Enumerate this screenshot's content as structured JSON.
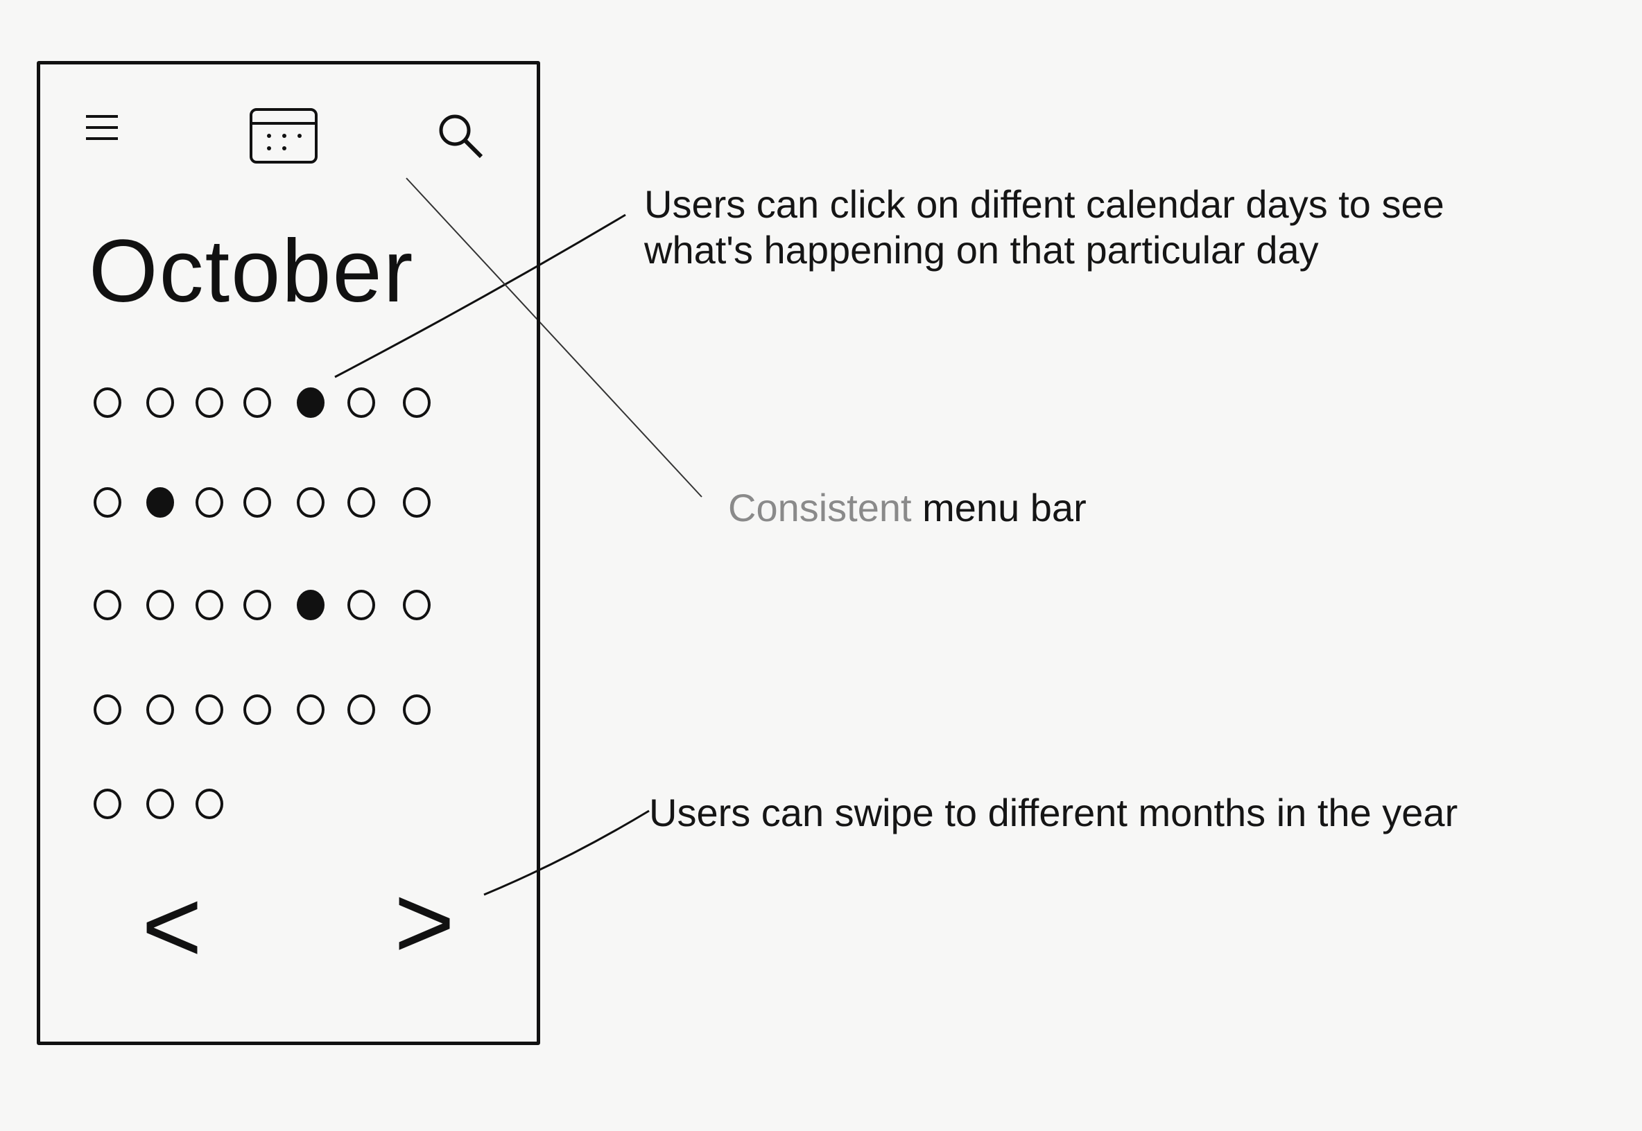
{
  "phone": {
    "top_bar": {
      "menu_icon": "hamburger-menu-icon",
      "calendar_icon": "calendar-icon",
      "search_icon": "search-icon"
    },
    "month_title": "October",
    "calendar_rows": [
      [
        false,
        false,
        false,
        false,
        true,
        false,
        false
      ],
      [
        false,
        true,
        false,
        false,
        false,
        false,
        false
      ],
      [
        false,
        false,
        false,
        false,
        true,
        false,
        false
      ],
      [
        false,
        false,
        false,
        false,
        false,
        false,
        false
      ],
      [
        false,
        false,
        false
      ]
    ],
    "nav": {
      "prev": "<",
      "next": ">"
    }
  },
  "annotations": {
    "days": "Users can click on diffent calendar days to see what's happening on that particular day",
    "menu_bar_grey": "Consistent",
    "menu_bar": "menu bar",
    "swipe": "Users can swipe to different months in the year"
  }
}
